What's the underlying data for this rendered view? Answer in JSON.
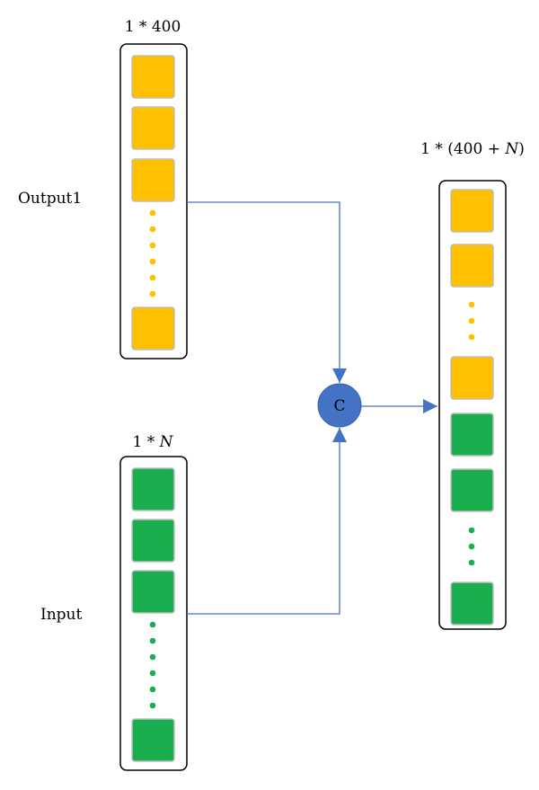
{
  "labels": {
    "output1_dim": {
      "prefix": "1 * 400",
      "var": ""
    },
    "input_dim": {
      "prefix": "1 * ",
      "var": "N"
    },
    "concat_dim": {
      "prefix": "1 * (400 + ",
      "var": "N",
      "suffix": ")"
    },
    "output1_name": "Output1",
    "input_name": "Input",
    "concat_symbol": "C"
  },
  "colors": {
    "output_block": "#FFC000",
    "input_block": "#1AAE4E",
    "block_border": "#BFBFBF",
    "connector": "#4472C4",
    "concat_node": "#4472C4",
    "box_border": "#000000"
  }
}
